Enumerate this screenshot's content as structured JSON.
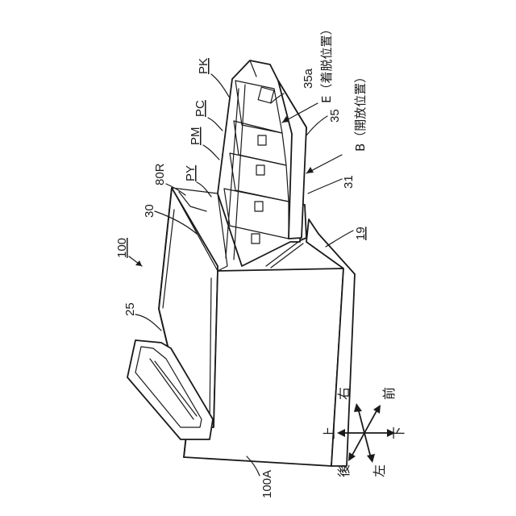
{
  "figure": {
    "labels": {
      "ref_100": "100",
      "ref_25": "25",
      "ref_30": "30",
      "ref_80R": "80R",
      "ref_PY": "PY",
      "ref_PM": "PM",
      "ref_PC": "PC",
      "ref_PK": "PK",
      "ref_35a": "35a",
      "ref_E": "E（着脱位置）",
      "ref_35": "35",
      "ref_B": "B（開放位置）",
      "ref_31": "31",
      "ref_19": "19",
      "ref_100A": "100A"
    },
    "directions": {
      "up": "上",
      "down": "下",
      "right": "右",
      "front": "前",
      "left": "左",
      "back": "後"
    }
  }
}
